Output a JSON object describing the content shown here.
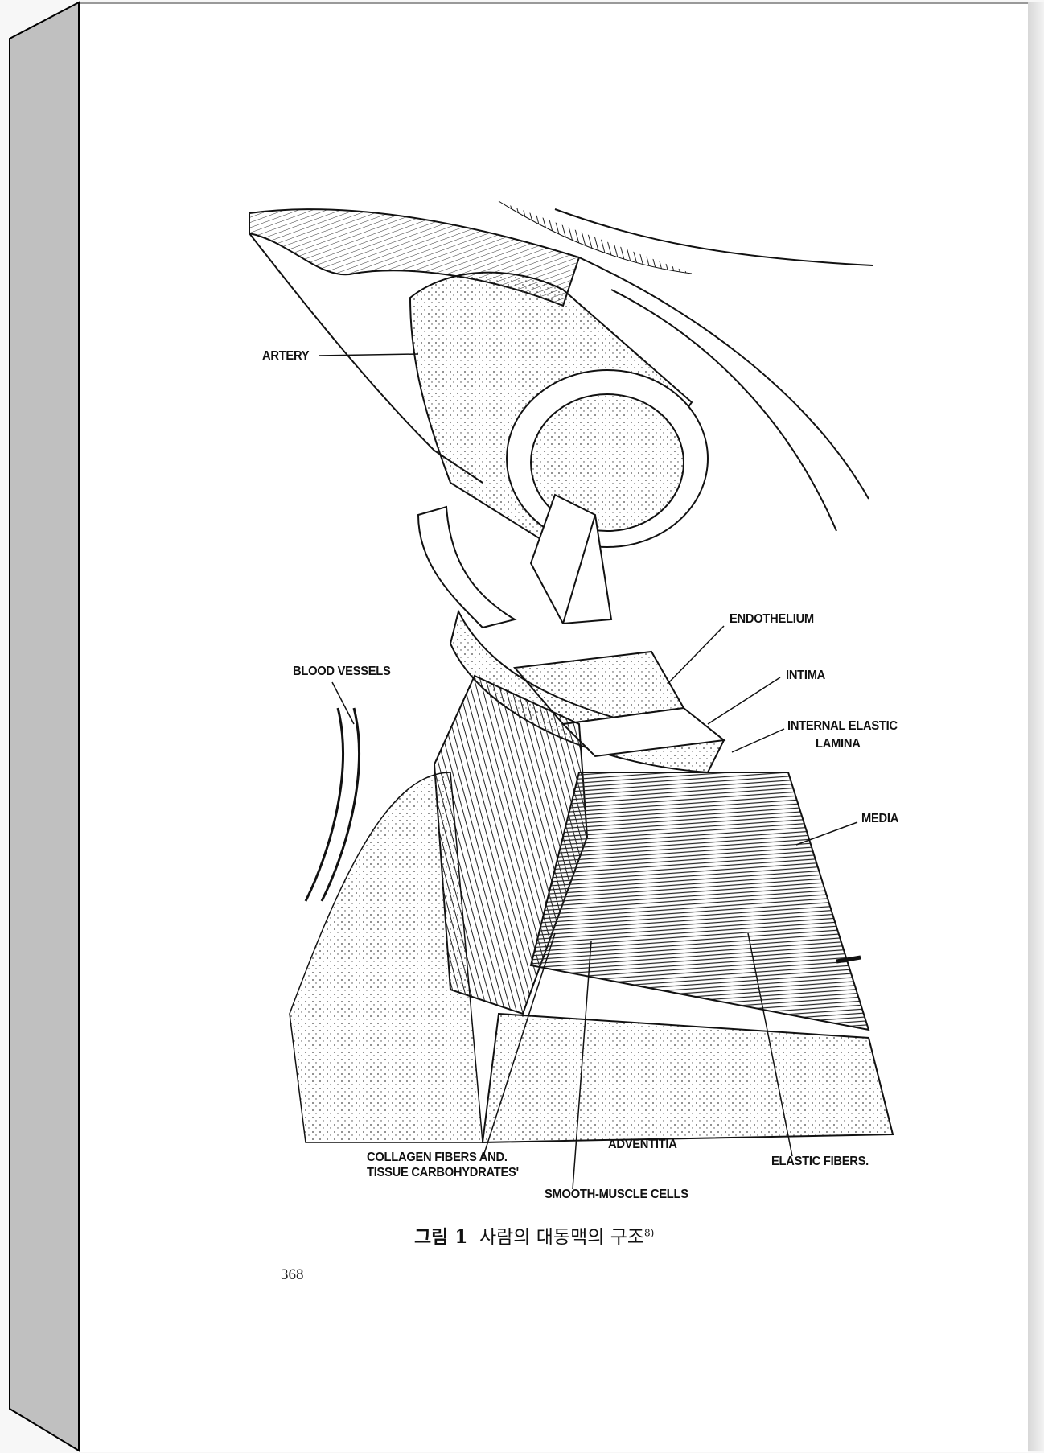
{
  "figure": {
    "labels": {
      "artery": "ARTERY",
      "blood_vessels": "BLOOD VESSELS",
      "endothelium": "ENDOTHELIUM",
      "intima": "INTIMA",
      "internal_elastic_1": "INTERNAL ELASTIC",
      "internal_elastic_2": "LAMINA",
      "media": "MEDIA",
      "adventitia": "ADVENTITIA",
      "collagen_1": "COLLAGEN FIBERS AND.",
      "collagen_2": "TISSUE CARBOHYDRATES'",
      "smooth_muscle": "SMOOTH-MUSCLE CELLS",
      "elastic_fibers": "ELASTIC FIBERS."
    },
    "caption_number": "그림 1",
    "caption_text": "사람의 대동맥의 구조",
    "caption_ref": "8)"
  },
  "page_number": "368"
}
